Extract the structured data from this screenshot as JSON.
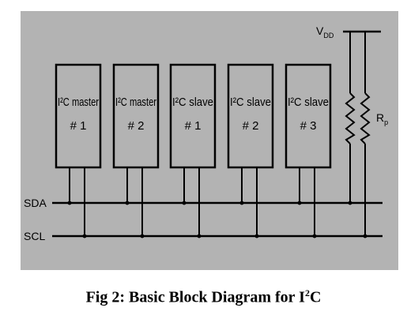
{
  "blocks": [
    {
      "line1": "I²C master",
      "line2": "# 1"
    },
    {
      "line1": "I²C master",
      "line2": "# 2"
    },
    {
      "line1": "I²C slave",
      "line2": "# 1"
    },
    {
      "line1": "I²C slave",
      "line2": "# 2"
    },
    {
      "line1": "I²C slave",
      "line2": "# 3"
    }
  ],
  "labels": {
    "sda": "SDA",
    "scl": "SCL",
    "vdd": "V",
    "vdd_sub": "DD",
    "rp": "R",
    "rp_sub": "p"
  },
  "caption": {
    "prefix": "Fig 2:  Basic Block Diagram for I",
    "sup": "2",
    "suffix": "C"
  },
  "colors": {
    "panel": "#b3b3b3",
    "line": "#000000"
  }
}
